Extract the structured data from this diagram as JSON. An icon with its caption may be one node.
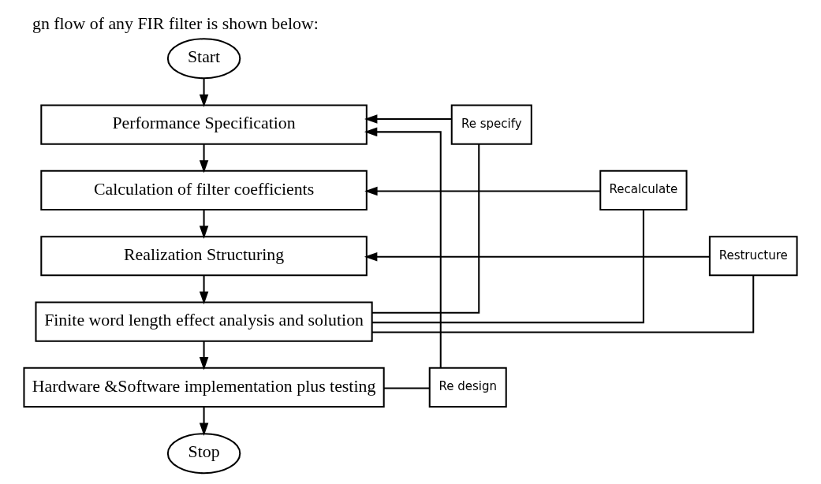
{
  "diagram": {
    "title": "gn flow of any FIR filter is shown below:",
    "nodes": [
      {
        "text": [
          "Start"
        ]
      },
      {
        "text": [
          "Performance Specification"
        ]
      },
      {
        "text": [
          "Calculation of filter coefficients"
        ]
      },
      {
        "text": [
          "Realization Structuring"
        ]
      },
      {
        "text": [
          "Finite word length effect analysis and solution"
        ]
      },
      {
        "text": [
          "Hardware &Software implementation plus testing"
        ]
      },
      {
        "text": [
          "Stop"
        ]
      },
      {
        "text": [
          "Re specify"
        ]
      },
      {
        "text": [
          "Recalculate"
        ]
      },
      {
        "text": [
          "Restructure"
        ]
      },
      {
        "text": [
          "Re design"
        ]
      }
    ],
    "edges": [
      {
        "from": 0,
        "to": 1,
        "arrow": "to"
      },
      {
        "from": 1,
        "to": 2,
        "arrow": "to"
      },
      {
        "from": 2,
        "to": 3,
        "arrow": "to"
      },
      {
        "from": 3,
        "to": 4,
        "arrow": "to"
      },
      {
        "from": 4,
        "to": 5,
        "arrow": "to"
      },
      {
        "from": 5,
        "to": 6,
        "arrow": "to"
      },
      {
        "from": 4,
        "to": 7,
        "arrow": "none"
      },
      {
        "from": 7,
        "to": 1,
        "arrow": "to"
      },
      {
        "from": 4,
        "to": 8,
        "arrow": "none"
      },
      {
        "from": 8,
        "to": 2,
        "arrow": "to"
      },
      {
        "from": 4,
        "to": 9,
        "arrow": "none"
      },
      {
        "from": 9,
        "to": 3,
        "arrow": "to"
      },
      {
        "from": 5,
        "to": 10,
        "arrow": "none"
      },
      {
        "from": 10,
        "to": 1,
        "arrow": "to"
      }
    ]
  }
}
